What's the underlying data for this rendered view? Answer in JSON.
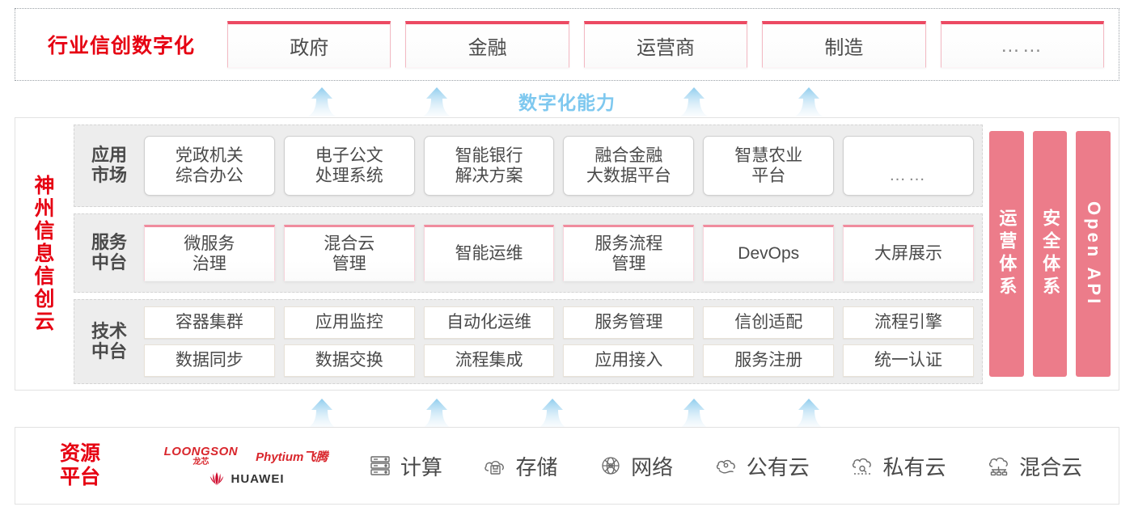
{
  "industry": {
    "title": "行业信创数字化",
    "boxes": [
      {
        "label": "政府"
      },
      {
        "label": "金融"
      },
      {
        "label": "运营商"
      },
      {
        "label": "制造"
      },
      {
        "label": "……"
      }
    ]
  },
  "capability": {
    "label": "数字化能力"
  },
  "cloud": {
    "title": "神州信息信创云",
    "title_chars": [
      "神",
      "州",
      "信",
      "息",
      "信",
      "创",
      "云"
    ],
    "rows": [
      {
        "label": "应用\n市场",
        "label_lines": [
          "应用",
          "市场"
        ],
        "cells": [
          "党政机关\n综合办公",
          "电子公文\n处理系统",
          "智能银行\n解决方案",
          "融合金融\n大数据平台",
          "智慧农业\n平台",
          "……"
        ],
        "cell_lines": [
          [
            "党政机关",
            "综合办公"
          ],
          [
            "电子公文",
            "处理系统"
          ],
          [
            "智能银行",
            "解决方案"
          ],
          [
            "融合金融",
            "大数据平台"
          ],
          [
            "智慧农业",
            "平台"
          ],
          [
            "……"
          ]
        ]
      },
      {
        "label_lines": [
          "服务",
          "中台"
        ],
        "cell_lines": [
          [
            "微服务",
            "治理"
          ],
          [
            "混合云",
            "管理"
          ],
          [
            "智能运维"
          ],
          [
            "服务流程",
            "管理"
          ],
          [
            "DevOps"
          ],
          [
            "大屏展示"
          ]
        ]
      },
      {
        "label_lines": [
          "技术",
          "中台"
        ],
        "cell_rows": [
          [
            "容器集群",
            "应用监控",
            "自动化运维",
            "服务管理",
            "信创适配",
            "流程引擎"
          ],
          [
            "数据同步",
            "数据交换",
            "流程集成",
            "应用接入",
            "服务注册",
            "统一认证"
          ]
        ]
      }
    ],
    "pillars": [
      {
        "label": "运营体系",
        "latin": false
      },
      {
        "label": "安全体系",
        "latin": false
      },
      {
        "label": "Open API",
        "latin": true
      }
    ]
  },
  "resource": {
    "title_lines": [
      "资源",
      "平台"
    ],
    "logos": [
      {
        "name": "loongson",
        "line1": "LOONGSON",
        "line2": "龙芯"
      },
      {
        "name": "phytium",
        "text": "Phytium飞腾"
      },
      {
        "name": "huawei",
        "text": "HUAWEI"
      }
    ],
    "items": [
      {
        "icon": "server-icon",
        "label": "计算"
      },
      {
        "icon": "cloud-storage-icon",
        "label": "存储"
      },
      {
        "icon": "network-icon",
        "label": "网络"
      },
      {
        "icon": "public-cloud-icon",
        "label": "公有云"
      },
      {
        "icon": "private-cloud-icon",
        "label": "私有云"
      },
      {
        "icon": "hybrid-cloud-icon",
        "label": "混合云"
      }
    ]
  },
  "colors": {
    "brand_red": "#e60012",
    "accent_pink": "#ec7c8a",
    "card_top_border": "#ec4a63",
    "arrow_blue": "#8fcdee",
    "capability_text": "#7ec8ef",
    "row_bg": "#ededed"
  },
  "arrows": {
    "top_count": 4,
    "top_x": [
      398,
      540,
      858,
      1000
    ],
    "bottom_count": 5,
    "bottom_x": [
      398,
      540,
      683,
      858,
      1000
    ]
  }
}
